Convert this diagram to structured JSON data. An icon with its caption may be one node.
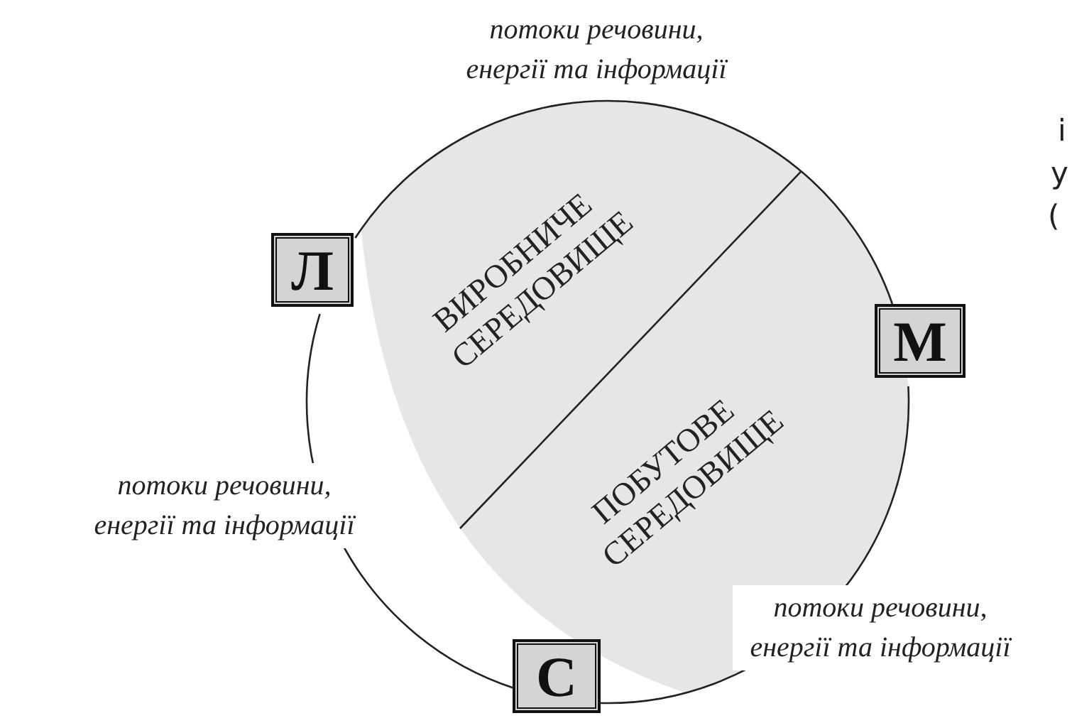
{
  "diagram": {
    "nodes": [
      {
        "text": [
          "Л"
        ]
      },
      {
        "text": [
          "М"
        ]
      },
      {
        "text": [
          "С"
        ]
      },
      {
        "text": [
          "ВИРОБНИЧЕ СЕРЕДОВИЩЕ"
        ]
      },
      {
        "text": [
          "ПОБУТОВЕ СЕРЕДОВИЩЕ"
        ]
      }
    ],
    "edges": [
      {
        "from": 0,
        "to": 1,
        "arrow": "none",
        "label": "потоки речовини, енергії та інформації"
      },
      {
        "from": 1,
        "to": 2,
        "arrow": "none",
        "label": "потоки речовини, енергії та інформації"
      },
      {
        "from": 2,
        "to": 0,
        "arrow": "none",
        "label": "потоки речовини, енергії та інформації"
      }
    ],
    "labels": [
      "і",
      "у",
      "("
    ]
  }
}
